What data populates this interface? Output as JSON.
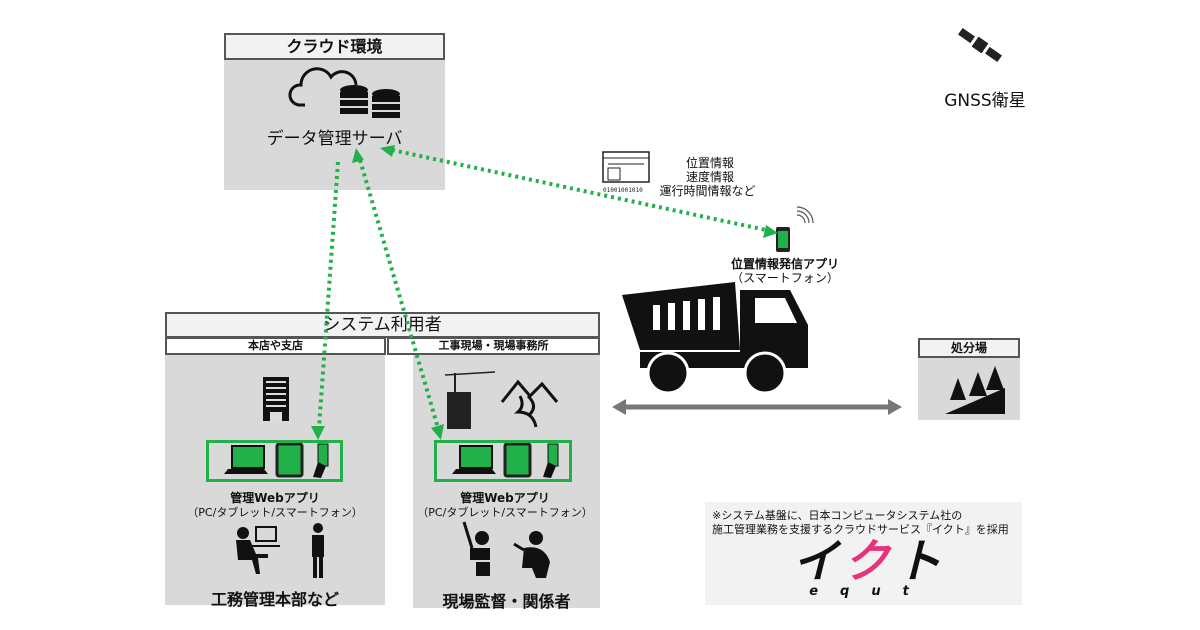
{
  "cloud": {
    "header": "クラウド環境",
    "server_label": "データ管理サーバ"
  },
  "satellite": {
    "label": "GNSS衛星"
  },
  "info": {
    "lines": [
      "位置情報",
      "速度情報",
      "運行時間情報など"
    ]
  },
  "phone_app": {
    "label": "位置情報発信アプリ",
    "sub": "（スマートフォン）"
  },
  "disposal": {
    "label": "処分場"
  },
  "users": {
    "header": "システム利用者",
    "left": {
      "header": "本店や支店",
      "app_label": "管理Webアプリ",
      "app_sub": "（PC/タブレット/スマートフォン）",
      "people_label": "工務管理本部など"
    },
    "right": {
      "header": "工事現場・現場事務所",
      "app_label": "管理Webアプリ",
      "app_sub": "（PC/タブレット/スマートフォン）",
      "people_label": "現場監督・関係者"
    }
  },
  "note": {
    "line1": "※システム基盤に、日本コンピュータシステム社の",
    "line2": "施工管理業務を支援するクラウドサービス『イクト』を採用",
    "logo_text": "イクト",
    "logo_sub": "equt"
  },
  "colors": {
    "accent": "#22b04b",
    "logo_pink": "#e8327c",
    "panel": "#d9d9d9"
  }
}
